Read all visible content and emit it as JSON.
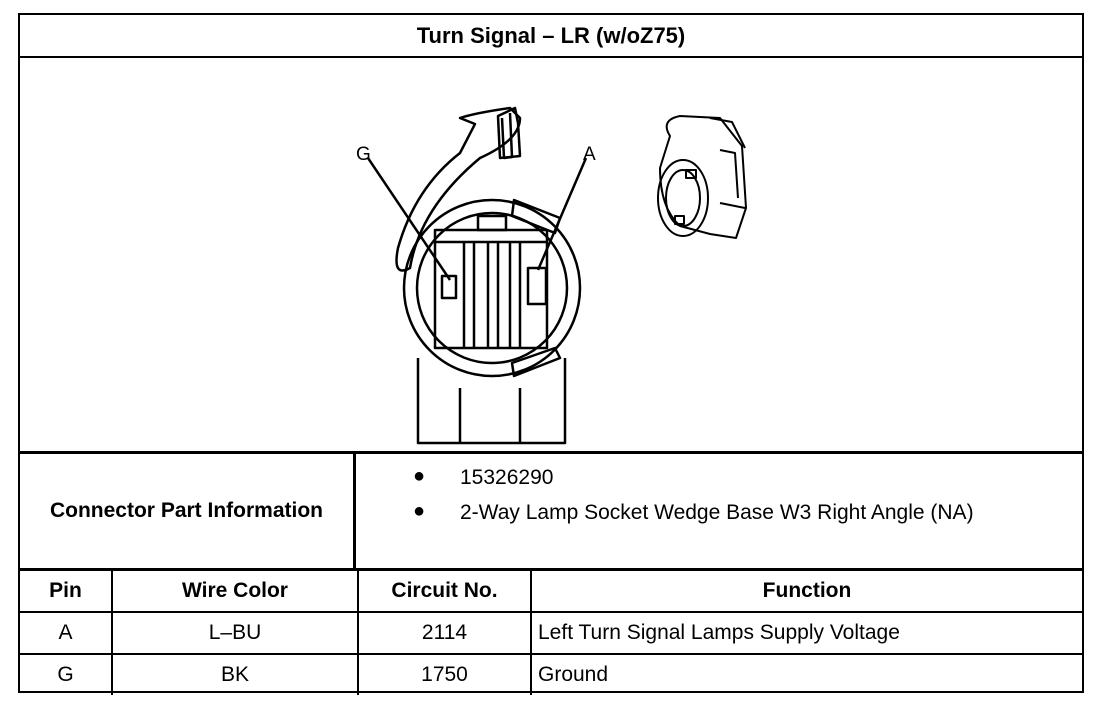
{
  "title": "Turn Signal – LR (w/oZ75)",
  "diagram": {
    "pin_labels": [
      "G",
      "A"
    ]
  },
  "connector_info": {
    "label": "Connector Part Information",
    "items": [
      "15326290",
      "2-Way Lamp Socket Wedge Base W3 Right Angle (NA)"
    ]
  },
  "table": {
    "headers": [
      "Pin",
      "Wire Color",
      "Circuit No.",
      "Function"
    ],
    "rows": [
      [
        "A",
        "L–BU",
        "2114",
        "Left Turn Signal Lamps Supply Voltage"
      ],
      [
        "G",
        "BK",
        "1750",
        "Ground"
      ]
    ]
  }
}
